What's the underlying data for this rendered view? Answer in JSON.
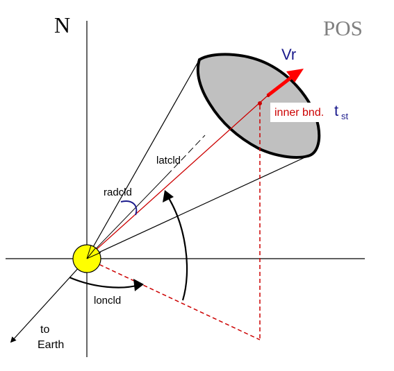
{
  "labels": {
    "north": "N",
    "pos": "POS",
    "vr": "Vr",
    "inner_bnd": "inner bnd.",
    "t_main": "t",
    "t_sub": "st",
    "latcld": "latcld",
    "radcld": "radcld",
    "loncld": "loncld",
    "to": "to",
    "earth": "Earth"
  },
  "colors": {
    "axis": "#000000",
    "sun_fill": "#ffff00",
    "sun_stroke": "#000000",
    "cloud_fill": "#c0c0c0",
    "radial_red": "#cc0000",
    "arrow_red": "#ff0000",
    "inner_bnd_text": "#cc0000",
    "vr_text": "#1a1a8c",
    "radcld_arc": "#1a1a8c",
    "pos_text": "#808080"
  }
}
